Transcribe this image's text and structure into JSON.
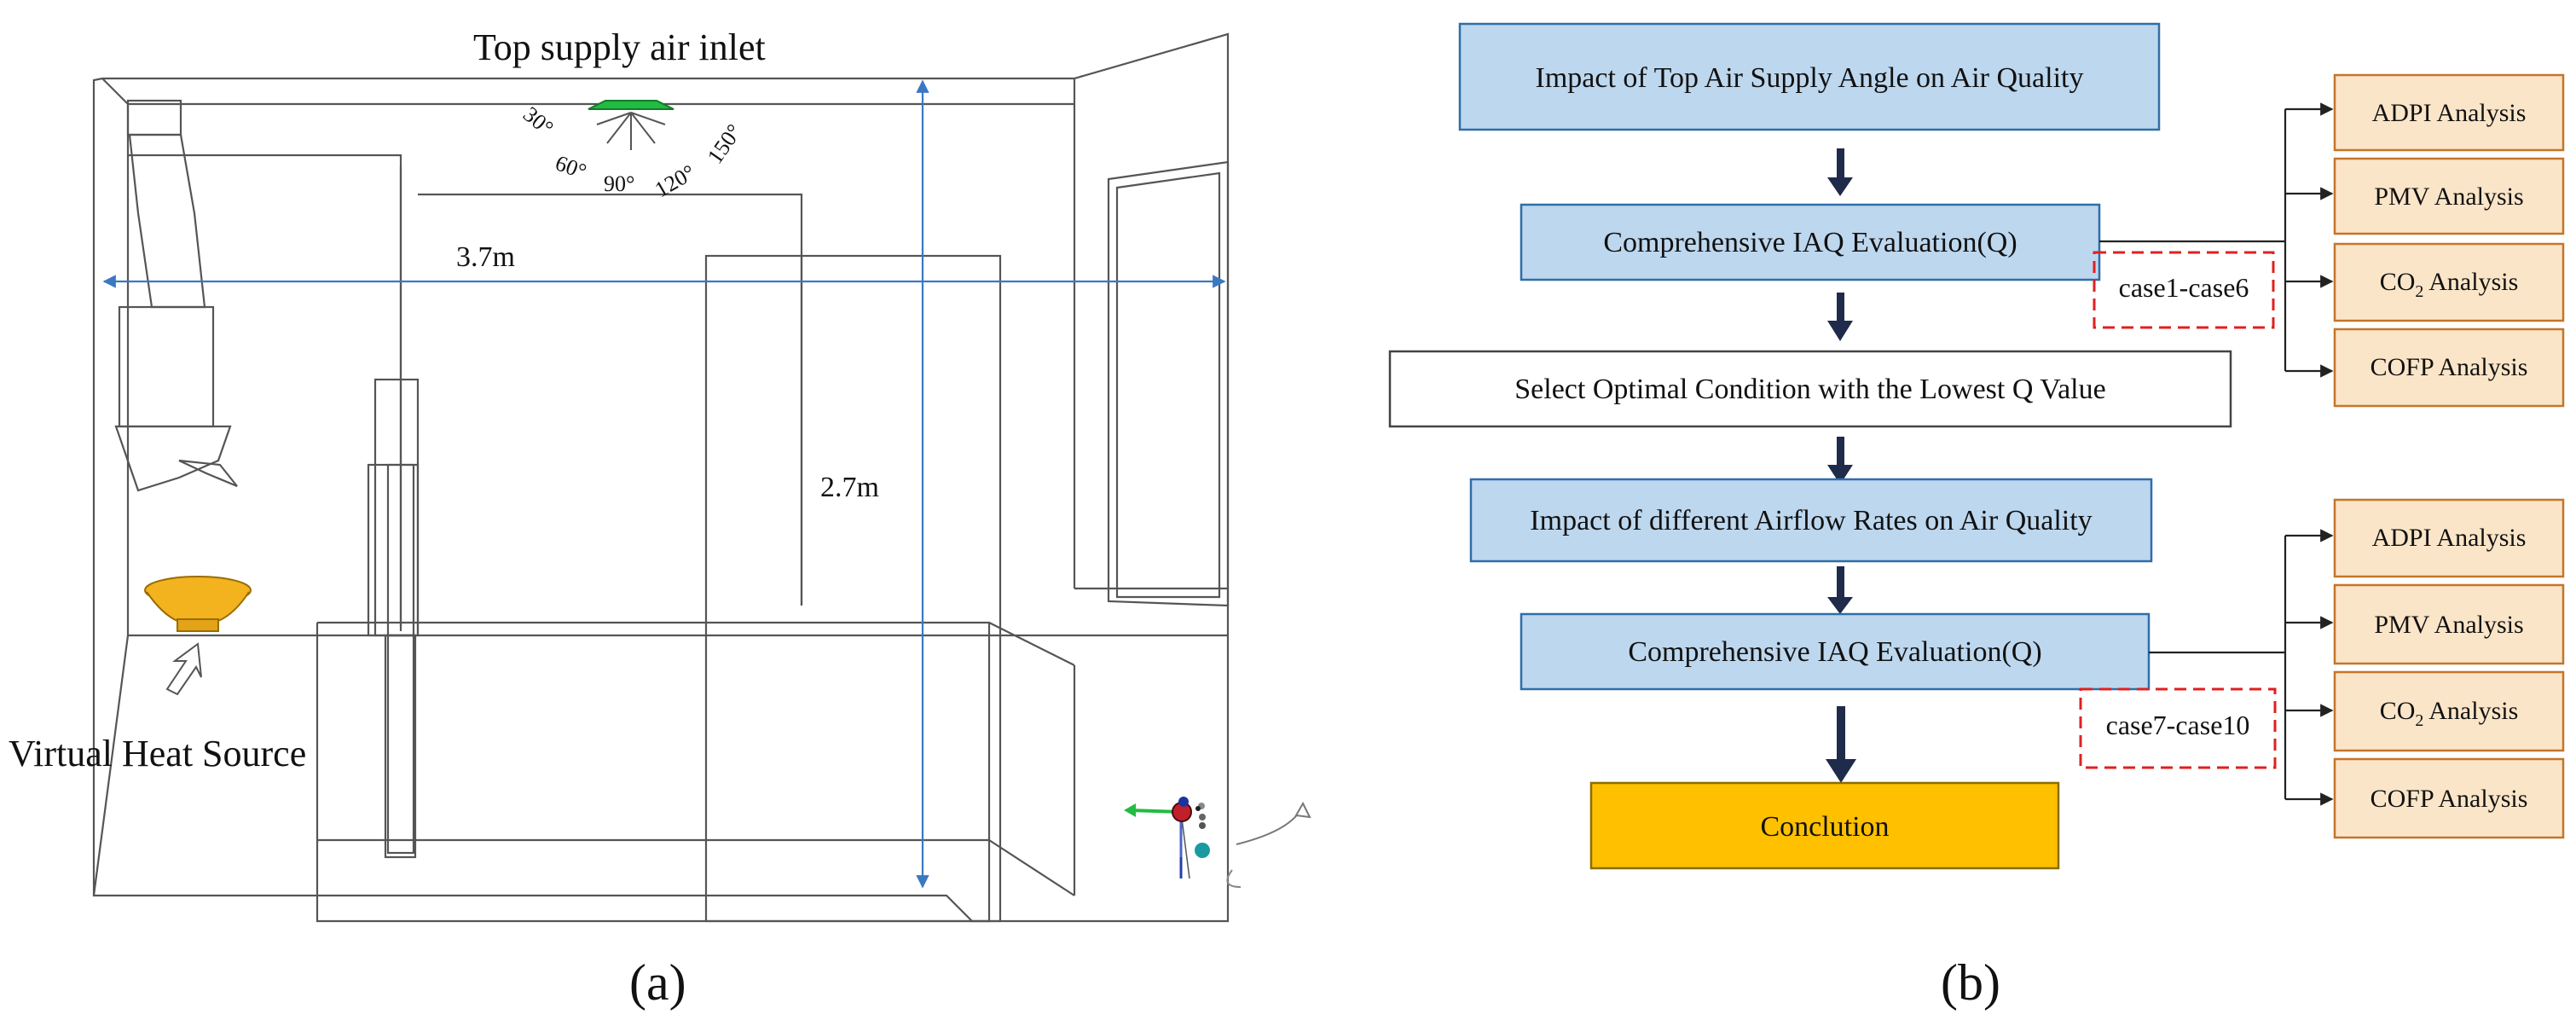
{
  "panel_a": {
    "title": "Top supply air inlet",
    "angles": [
      "30°",
      "60°",
      "90°",
      "120°",
      "150°"
    ],
    "width_label": "3.7m",
    "height_label": "2.7m",
    "heat_source_label": "Virtual Heat Source",
    "caption": "(a)",
    "colors": {
      "dimension": "#3b78c2",
      "inlet": "#22bb44",
      "heat_source": "#f2b31f"
    }
  },
  "panel_b": {
    "caption": "(b)",
    "step1": "Impact of Top Air Supply Angle on Air Quality",
    "eval1": "Comprehensive IAQ Evaluation(Q)",
    "cases1": "case1-case6",
    "select": "Select Optimal Condition with the Lowest Q Value",
    "step2": "Impact of different Airflow Rates on Air Quality",
    "eval2": "Comprehensive IAQ Evaluation(Q)",
    "cases2": "case7-case10",
    "conclusion": "Conclution",
    "analyses_top": {
      "adpi": "ADPI Analysis",
      "pmv": "PMV Analysis",
      "co2_prefix": "CO",
      "co2_sub": "2",
      "co2_suffix": " Analysis",
      "cofp": "COFP Analysis"
    },
    "analyses_bottom": {
      "adpi": "ADPI Analysis",
      "pmv": "PMV Analysis",
      "co2_prefix": "CO",
      "co2_sub": "2",
      "co2_suffix": " Analysis",
      "cofp": "COFP Analysis"
    },
    "colors": {
      "step_fill": "#bdd7ee",
      "conclusion_fill": "#ffc000",
      "analysis_fill": "#fbe5c8",
      "case_border": "#e02020"
    }
  }
}
